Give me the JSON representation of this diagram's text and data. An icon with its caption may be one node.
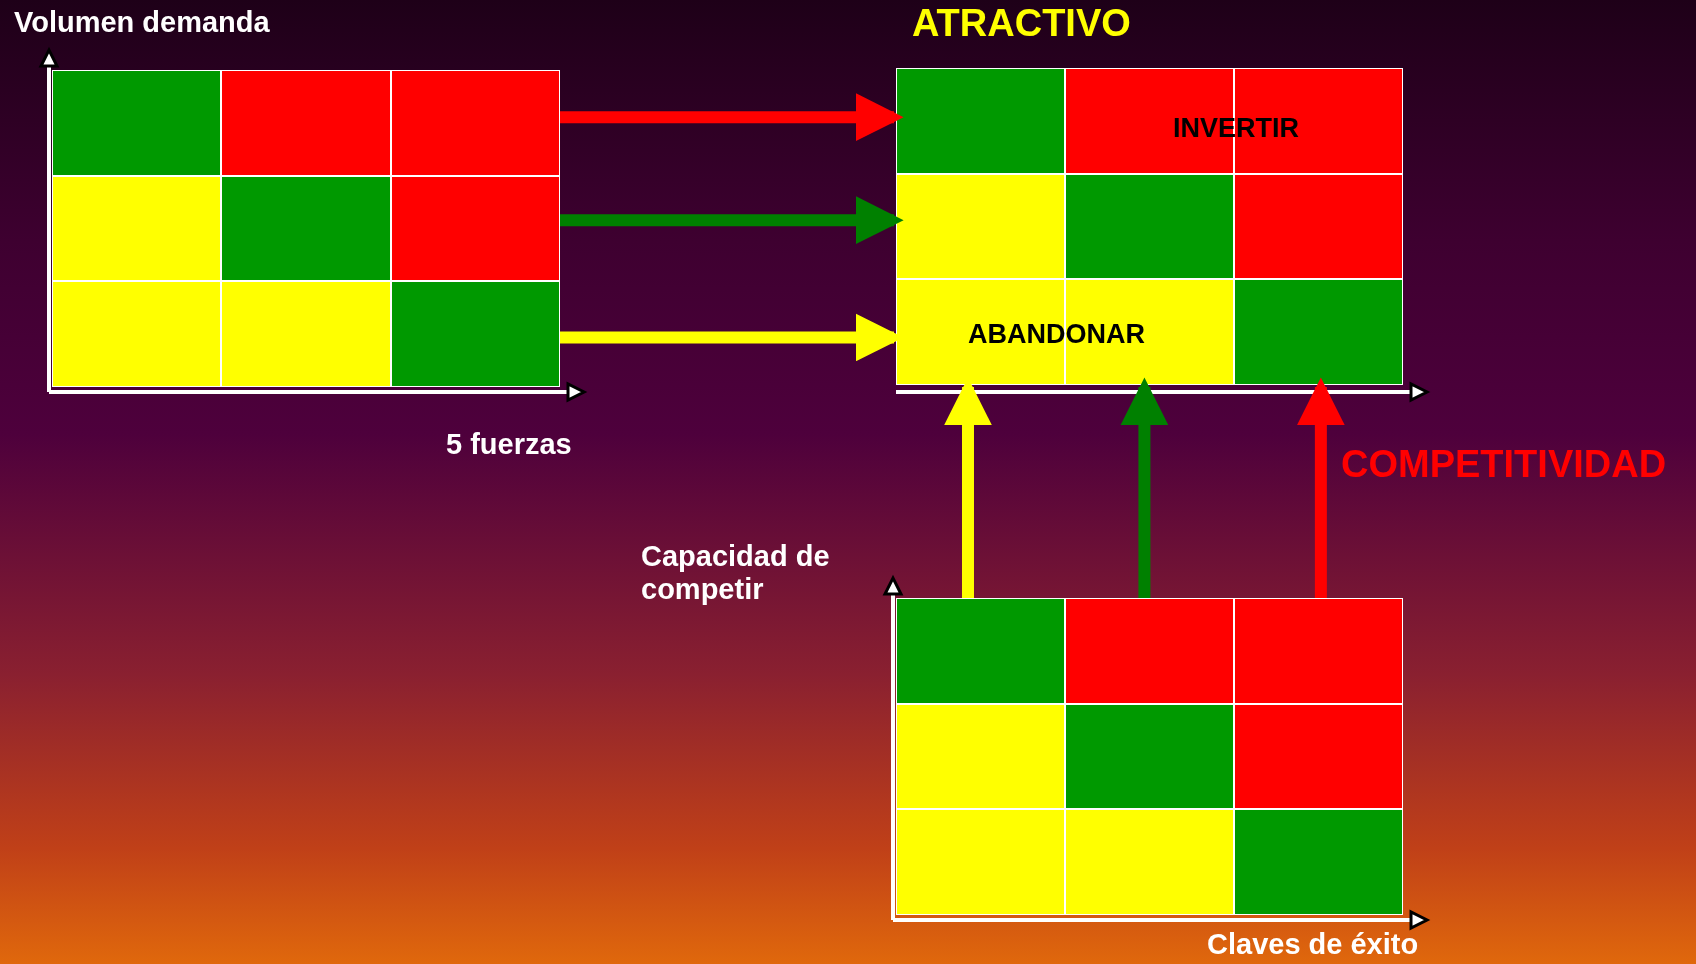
{
  "diagram": {
    "nodes": [
      {
        "text": [],
        "shape": "box"
      },
      {
        "text": [],
        "shape": "box",
        "in": 0
      },
      {
        "text": [],
        "shape": "box",
        "in": 0
      },
      {
        "text": [],
        "shape": "box",
        "in": 0
      },
      {
        "text": [],
        "shape": "box",
        "in": 0
      },
      {
        "text": [],
        "shape": "box",
        "in": 0
      },
      {
        "text": [],
        "shape": "box",
        "in": 0
      },
      {
        "text": [],
        "shape": "box",
        "in": 0
      },
      {
        "text": [],
        "shape": "box",
        "in": 0
      },
      {
        "text": [],
        "shape": "box",
        "in": 0
      },
      {
        "text": [],
        "shape": "box"
      },
      {
        "text": [],
        "shape": "box",
        "in": 10
      },
      {
        "text": [],
        "shape": "box",
        "in": 10
      },
      {
        "text": [],
        "shape": "box",
        "in": 10
      },
      {
        "text": [],
        "shape": "box",
        "in": 10
      },
      {
        "text": [],
        "shape": "box",
        "in": 10
      },
      {
        "text": [],
        "shape": "box",
        "in": 10
      },
      {
        "text": [],
        "shape": "box",
        "in": 10
      },
      {
        "text": [],
        "shape": "box",
        "in": 10
      },
      {
        "text": [],
        "shape": "box",
        "in": 10
      },
      {
        "text": [],
        "shape": "box"
      },
      {
        "text": [],
        "shape": "box",
        "in": 20
      },
      {
        "text": [],
        "shape": "box",
        "in": 20
      },
      {
        "text": [],
        "shape": "box",
        "in": 20
      },
      {
        "text": [],
        "shape": "box",
        "in": 20
      },
      {
        "text": [],
        "shape": "box",
        "in": 20
      },
      {
        "text": [],
        "shape": "box",
        "in": 20
      },
      {
        "text": [],
        "shape": "box",
        "in": 20
      },
      {
        "text": [],
        "shape": "box",
        "in": 20
      },
      {
        "text": [],
        "shape": "box",
        "in": 20
      }
    ],
    "edges": [
      {
        "from": 0,
        "to": 10,
        "arrow": "to",
        "color": "#ff0000"
      },
      {
        "from": 0,
        "to": 10,
        "arrow": "to",
        "color": "#008000"
      },
      {
        "from": 0,
        "to": 10,
        "arrow": "to",
        "color": "#ffff00"
      },
      {
        "from": 20,
        "to": 10,
        "arrow": "to",
        "color": "#ffff00"
      },
      {
        "from": 20,
        "to": 10,
        "arrow": "to",
        "color": "#008000"
      },
      {
        "from": 20,
        "to": 10,
        "arrow": "to",
        "color": "#ff0000"
      }
    ],
    "labels": [
      "Volumen demanda",
      "ATRACTIVO",
      "INVERTIR",
      "ABANDONAR",
      "5 fuerzas",
      "COMPETITIVIDAD",
      "Capacidad de competir",
      "Claves de éxito"
    ]
  }
}
